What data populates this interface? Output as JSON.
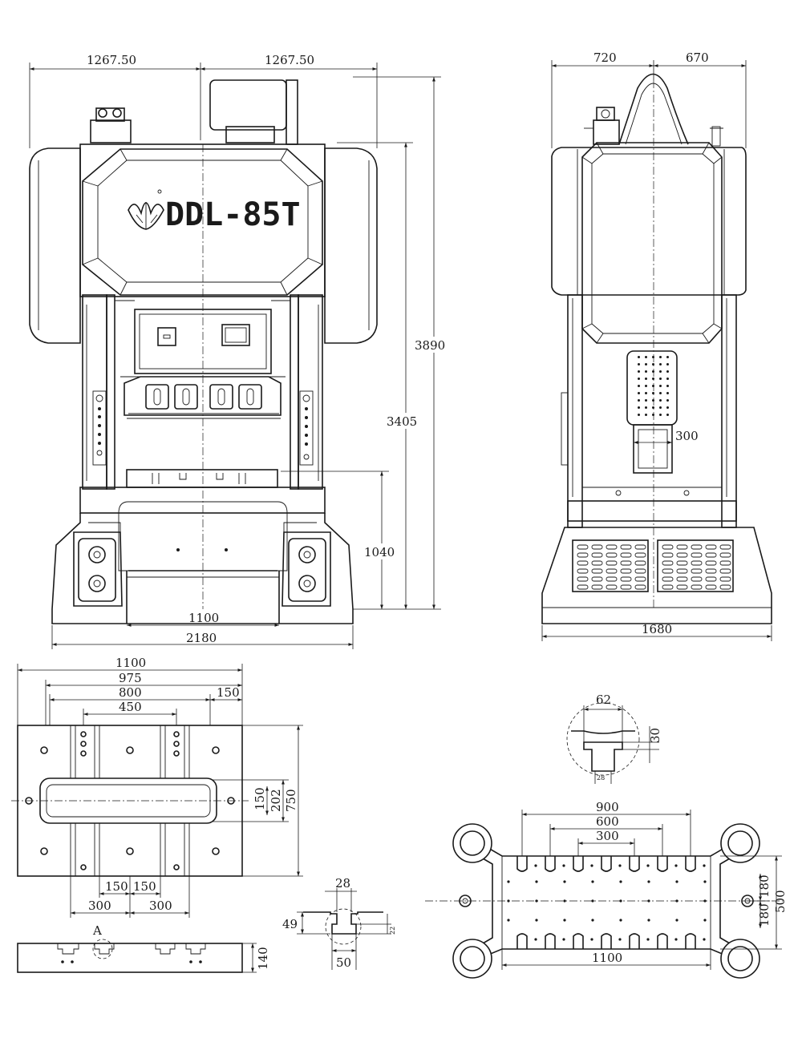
{
  "model_label": "DDL-85T",
  "front_view": {
    "width_left": "1267.50",
    "width_right": "1267.50",
    "height_total": "3890",
    "height_frame": "3405",
    "height_bed": "1040",
    "width_bed_opening": "1100",
    "width_base": "2180"
  },
  "side_view": {
    "depth_front": "720",
    "depth_back": "670",
    "depth_total": "1680",
    "motor_dim": "300"
  },
  "bolster_plan": {
    "length": "1100",
    "length_inner": "975",
    "slot_span": "800",
    "edge_offset": "150",
    "hole_span": "450",
    "opening_h": "150",
    "opening_slot": "202",
    "width": "750",
    "slot_pitch_left": "150",
    "slot_pitch_right": "150",
    "hole_pitch_left": "300",
    "hole_pitch_right": "300",
    "thickness": "140",
    "section_mark": "A"
  },
  "t_slot_detail": {
    "slot_top": "28",
    "slot_depth": "49",
    "slot_neck": "22",
    "slot_bottom": "50"
  },
  "slide_t_slot_detail": {
    "width": "62",
    "depth": "30",
    "neck": "28"
  },
  "slide_plan": {
    "span_900": "900",
    "span_600": "600",
    "span_300": "300",
    "length": "1100",
    "offset_top": "180",
    "offset_bottom": "180",
    "width": "500"
  }
}
